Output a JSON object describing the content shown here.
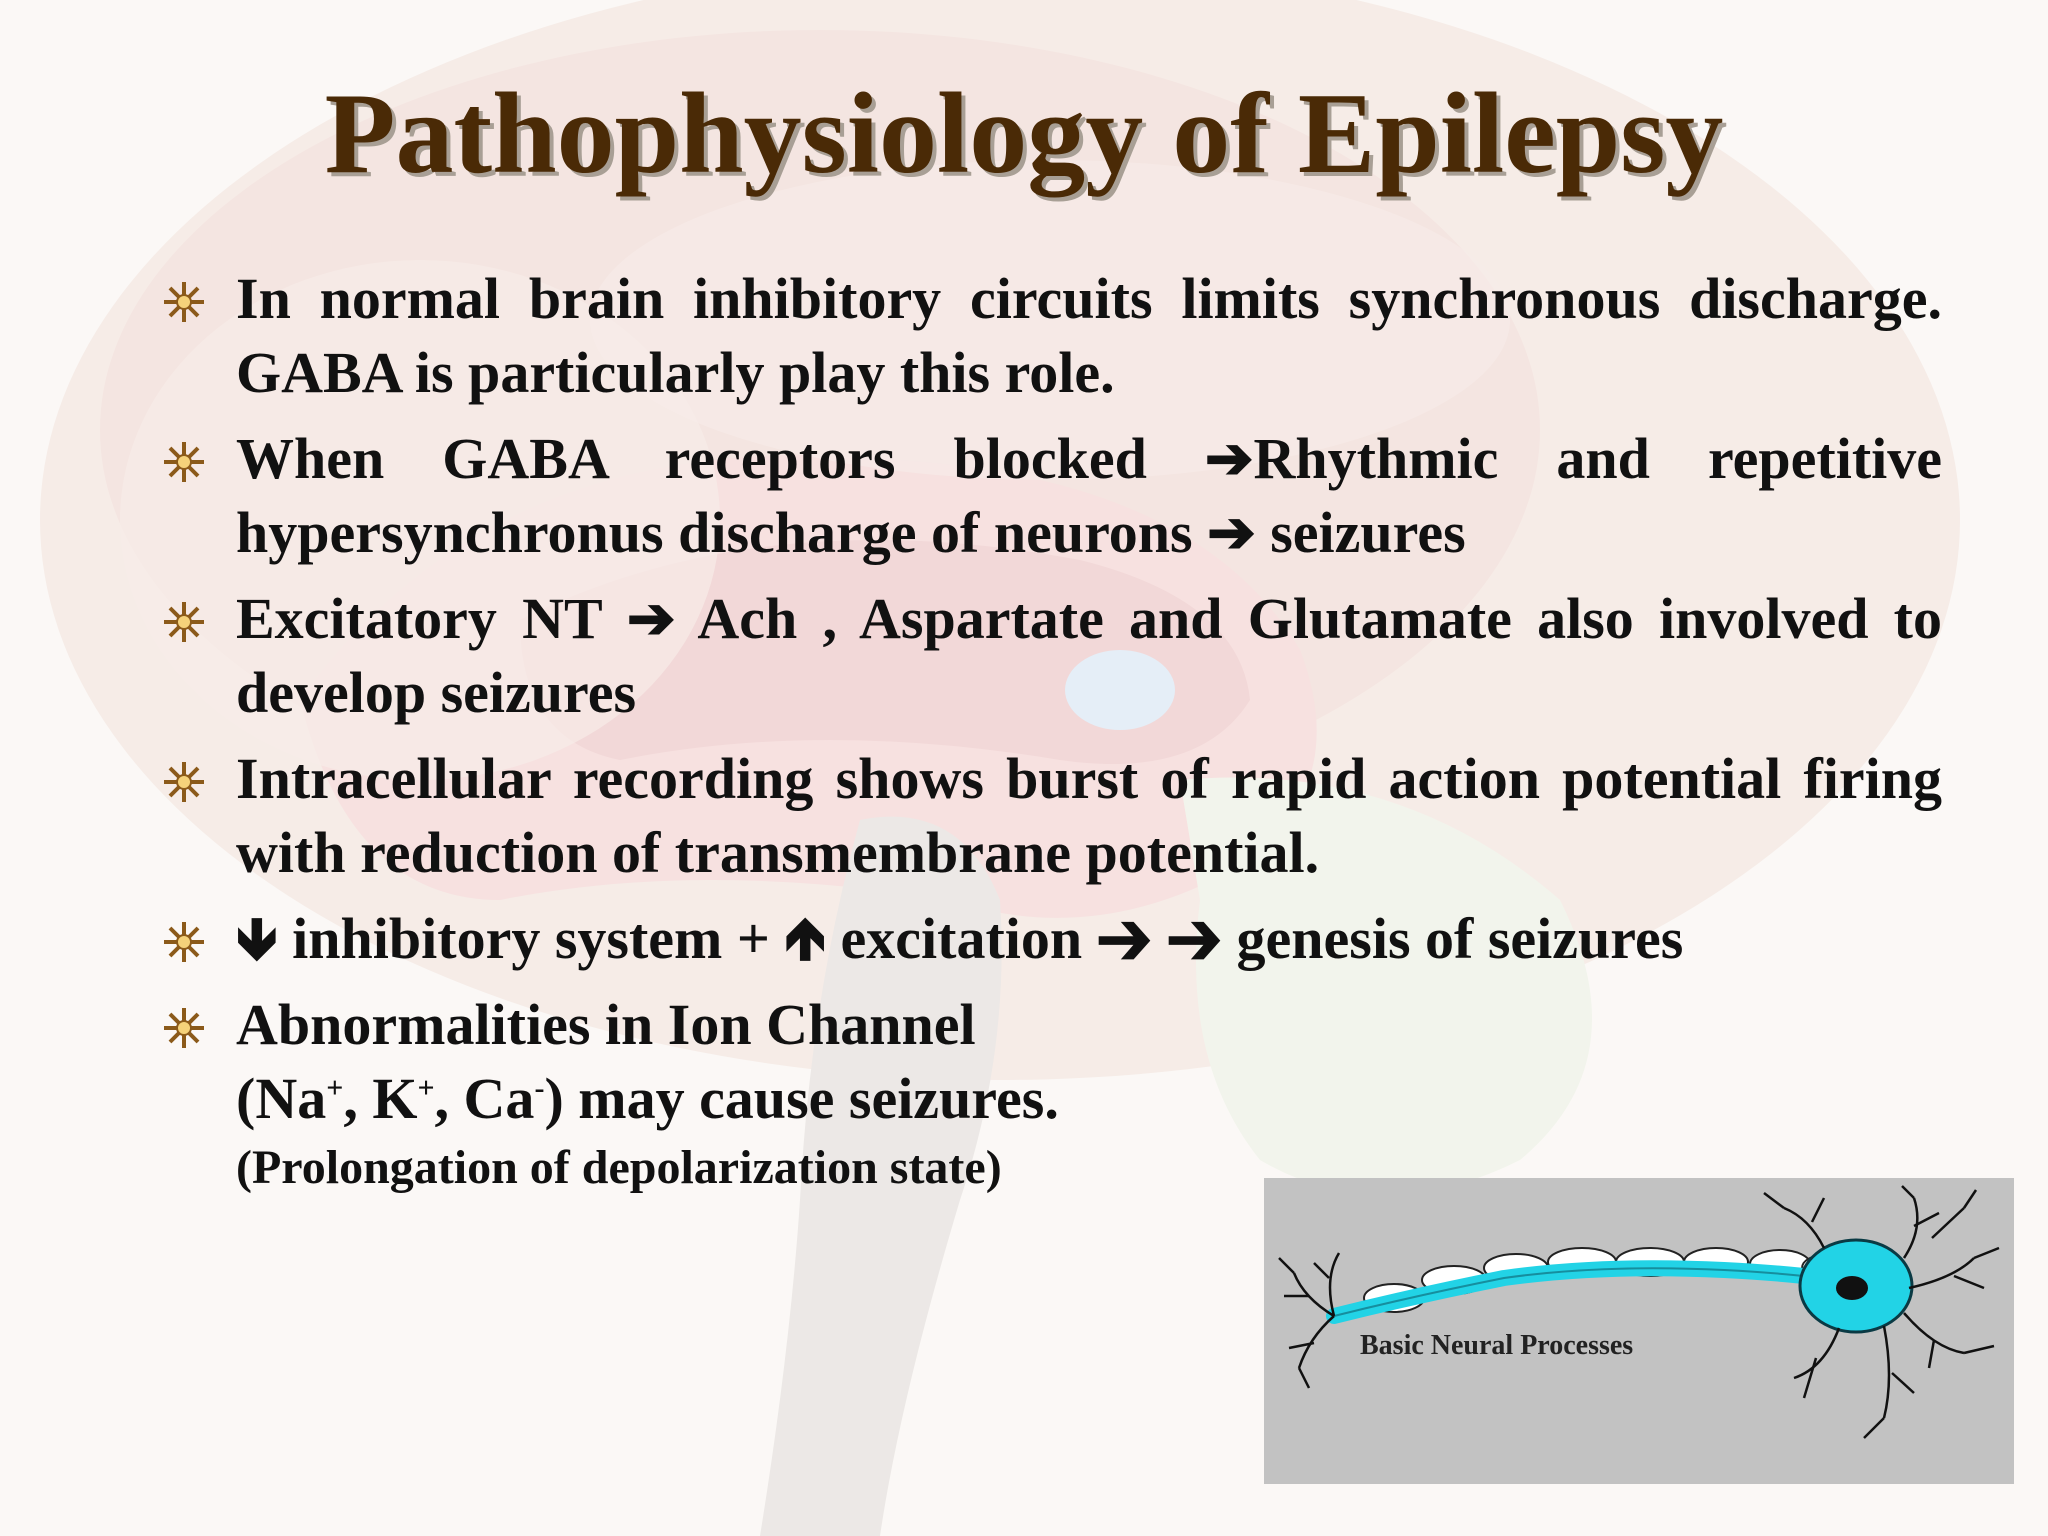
{
  "slide": {
    "title": "Pathophysiology of Epilepsy",
    "bullets": [
      {
        "text": "In normal brain inhibitory circuits limits synchronous discharge. GABA  is particularly play this role."
      },
      {
        "text": "When GABA receptors blocked ➔Rhythmic and repetitive  hypersynchronus discharge of neurons ➔ seizures"
      },
      {
        "text": "Excitatory NT ➔  Ach , Aspartate and Glutamate also involved  to develop seizures"
      },
      {
        "text": "Intracellular recording shows burst of  rapid action potential firing with reduction of transmembrane potential."
      },
      {
        "text": "🡻 inhibitory system + 🡹 excitation ➔ ➔ genesis of seizures"
      }
    ],
    "last_bullet": {
      "line1": "Abnormalities in Ion Channel",
      "line2_prefix": "(Na",
      "na_sup": "+",
      "k": ", K",
      "k_sup": "+",
      "ca": ", Ca",
      "ca_sup": "-",
      "line2_suffix": ") may cause seizures.",
      "note": "(Prolongation of depolarization state)"
    },
    "image": {
      "label": "Basic Neural Processes",
      "icon": "neuron-illustration"
    },
    "colors": {
      "title": "#4a2a06",
      "title_shadow": "#a89f95",
      "bullet_star": "#8b5a1a",
      "axon": "#22d3e6",
      "image_bg": "#c2c2c2"
    }
  }
}
